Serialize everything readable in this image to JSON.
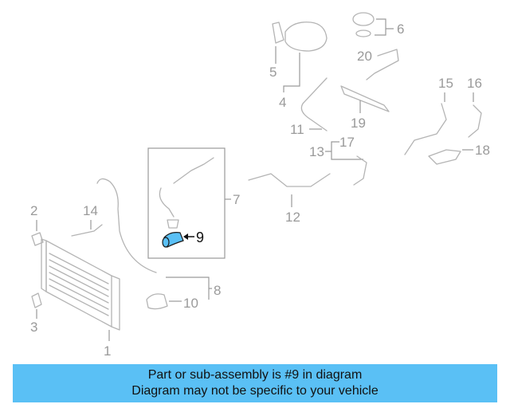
{
  "diagram": {
    "highlighted_callout": "9",
    "callouts": [
      "1",
      "2",
      "3",
      "4",
      "5",
      "6",
      "7",
      "8",
      "9",
      "10",
      "11",
      "12",
      "13",
      "14",
      "15",
      "16",
      "17",
      "18",
      "19",
      "20"
    ],
    "colors": {
      "highlight": "#5ac0f5",
      "parts": "#b4b4b4",
      "callout_text": "#9a9a9a",
      "highlight_text": "#111111"
    }
  },
  "banner": {
    "line1": "Part or sub-assembly is #9 in diagram",
    "line2": "Diagram may not be specific to your vehicle"
  }
}
